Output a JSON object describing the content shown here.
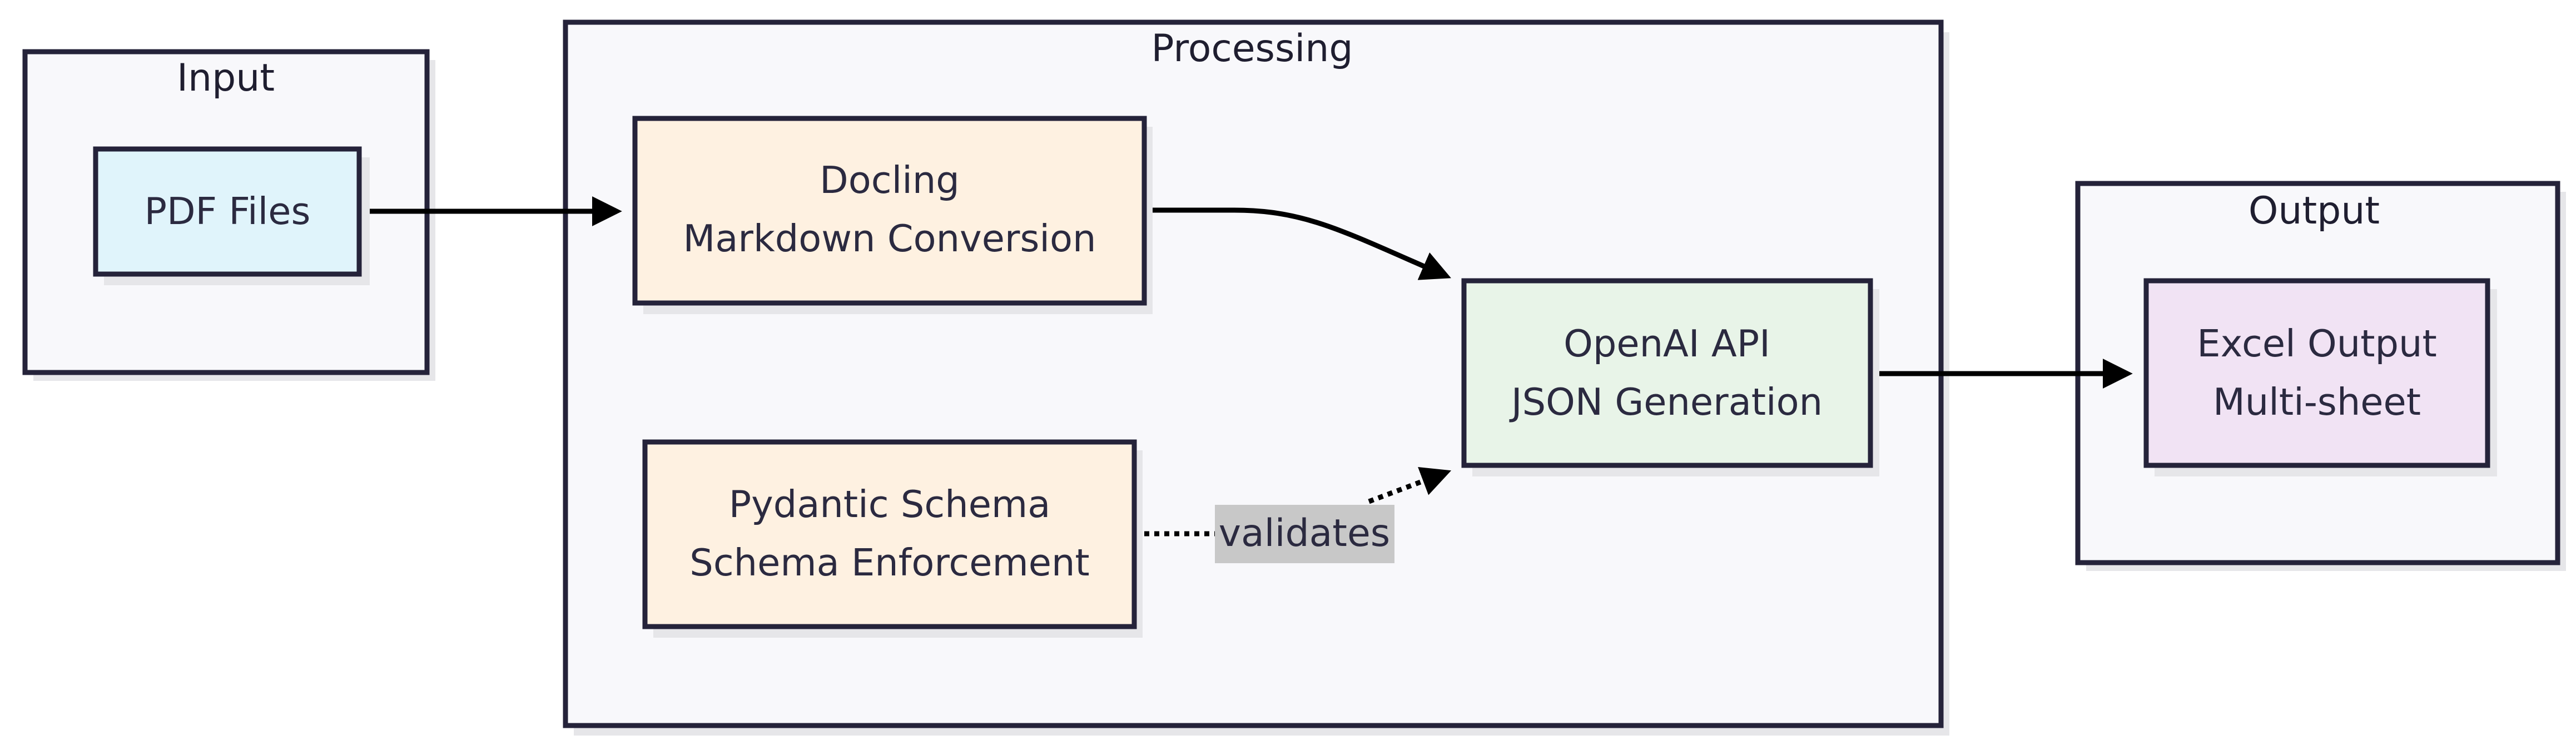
{
  "clusters": {
    "input": {
      "title": "Input"
    },
    "processing": {
      "title": "Processing"
    },
    "output": {
      "title": "Output"
    }
  },
  "nodes": {
    "pdf_files": {
      "lines": [
        "PDF Files"
      ],
      "fill": "#e0f4fb"
    },
    "docling": {
      "lines": [
        "Docling",
        "Markdown Conversion"
      ],
      "fill": "#fef1e1"
    },
    "pydantic": {
      "lines": [
        "Pydantic Schema",
        "Schema Enforcement"
      ],
      "fill": "#fef1e1"
    },
    "openai": {
      "lines": [
        "OpenAI API",
        "JSON Generation"
      ],
      "fill": "#e8f4e8"
    },
    "excel": {
      "lines": [
        "Excel Output",
        "Multi-sheet"
      ],
      "fill": "#f1e3f4"
    }
  },
  "edges": {
    "pydantic_to_openai": {
      "label": "validates",
      "style": "dotted"
    }
  },
  "colors": {
    "cluster_fill": "#f8f8fb",
    "border": "#25233a",
    "edge": "#000000",
    "edge_label_bg": "#c8c8c8"
  }
}
